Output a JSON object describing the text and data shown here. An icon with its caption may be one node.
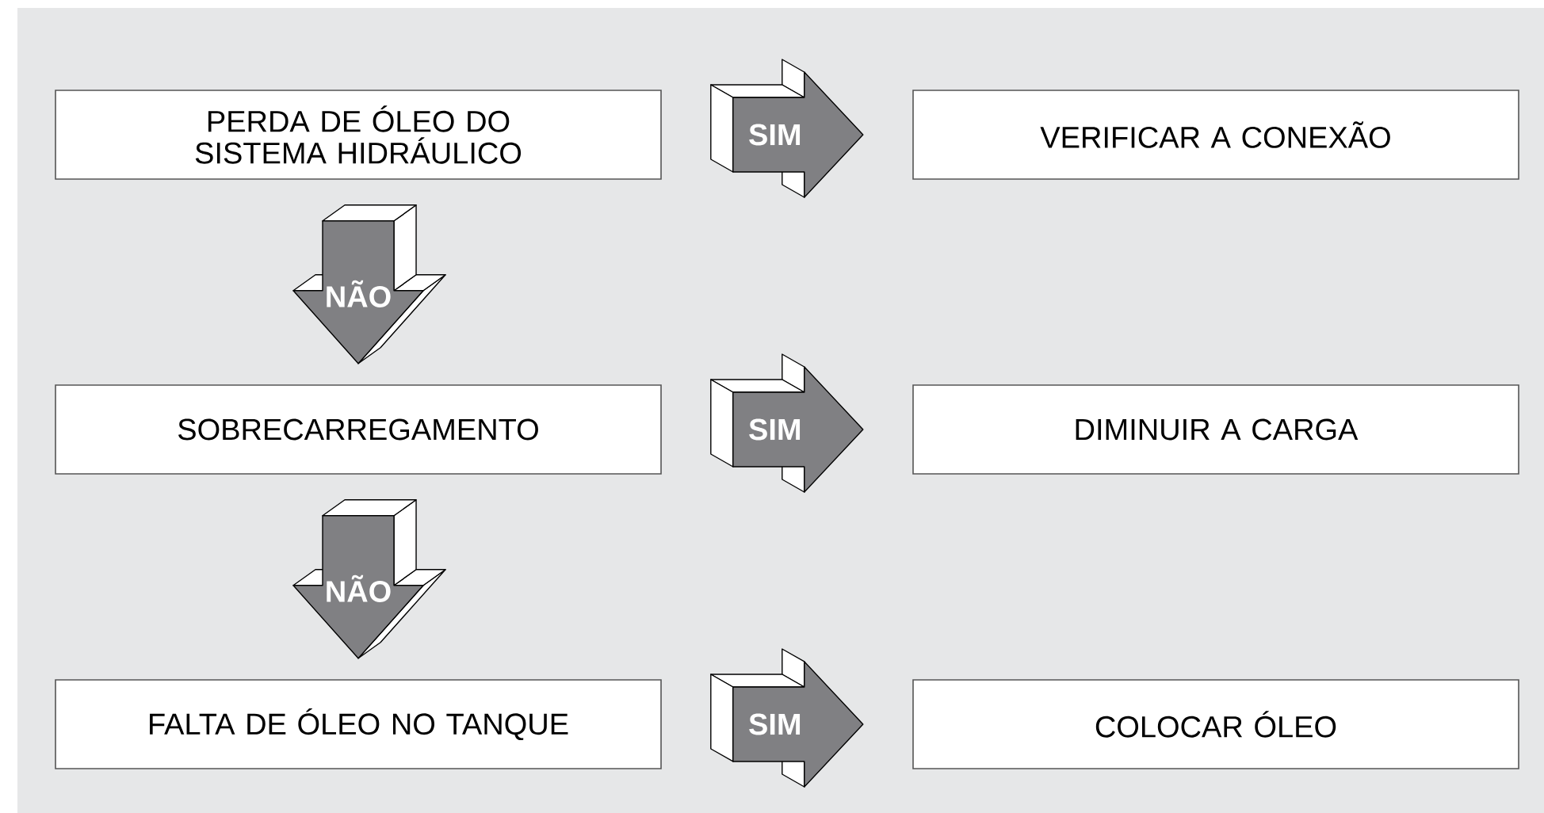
{
  "diagram": {
    "nodes": [
      {
        "text": [
          "PERDA DE ÓLEO DO SISTEMA HIDRÁULICO"
        ]
      },
      {
        "text": [
          "VERIFICAR A CONEXÃO"
        ]
      },
      {
        "text": [
          "SOBRECARREGAMENTO"
        ]
      },
      {
        "text": [
          "DIMINUIR A CARGA"
        ]
      },
      {
        "text": [
          "FALTA DE ÓLEO NO TANQUE"
        ]
      },
      {
        "text": [
          "COLOCAR ÓLEO"
        ]
      }
    ],
    "edges": [
      {
        "from": 0,
        "to": 1,
        "arrow": "to",
        "label": "SIM"
      },
      {
        "from": 0,
        "to": 2,
        "arrow": "to",
        "label": "NÃO"
      },
      {
        "from": 2,
        "to": 3,
        "arrow": "to",
        "label": "SIM"
      },
      {
        "from": 2,
        "to": 4,
        "arrow": "to",
        "label": "NÃO"
      },
      {
        "from": 4,
        "to": 5,
        "arrow": "to",
        "label": "SIM"
      }
    ]
  }
}
